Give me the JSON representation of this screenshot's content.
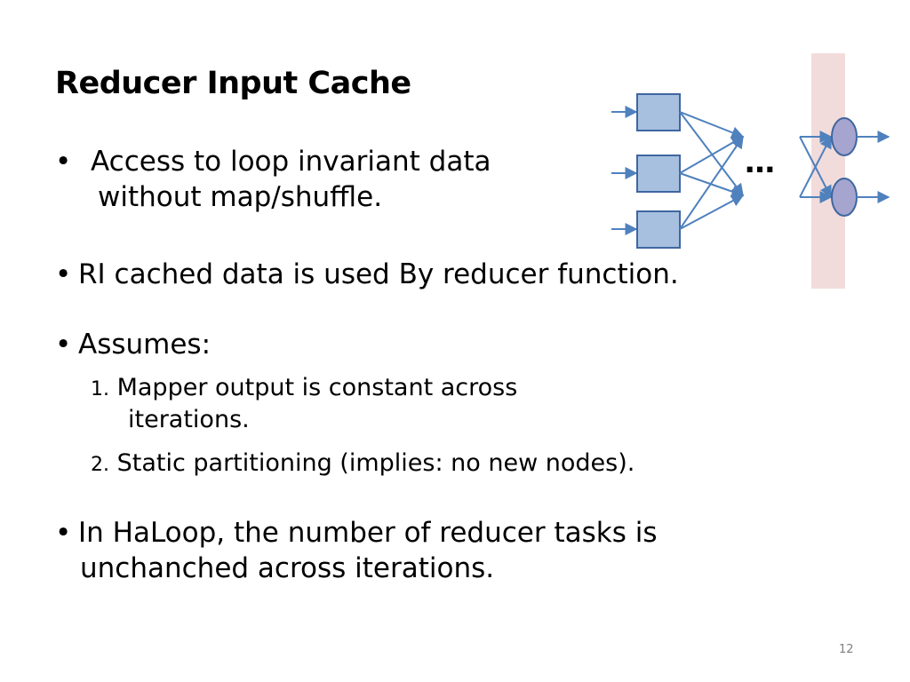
{
  "slide": {
    "title": "Reducer Input Cache",
    "page_number": "12"
  },
  "bullets": [
    {
      "symbol": "•",
      "line1": "Access to loop invariant data",
      "line2": "without map/shuffle."
    },
    {
      "symbol": "•",
      "text": "RI cached data is used By reducer function."
    },
    {
      "symbol": "•",
      "text": "Assumes:"
    },
    {
      "symbol": "•",
      "line1": "In HaLoop, the number of reducer tasks is",
      "line2": "unchanched across iterations."
    }
  ],
  "assumptions": [
    {
      "number": "1.",
      "line1": "Mapper output is constant across",
      "line2": "iterations."
    },
    {
      "number": "2.",
      "text": "Static partitioning (implies: no new nodes)."
    }
  ],
  "diagram": {
    "ellipsis": "…",
    "colors": {
      "box_fill": "#a7c0e0",
      "box_stroke": "#3f66a0",
      "arrow": "#4f81bd",
      "reducer_band": "#f2dcdb",
      "node_fill": "#a5a5cf"
    }
  }
}
